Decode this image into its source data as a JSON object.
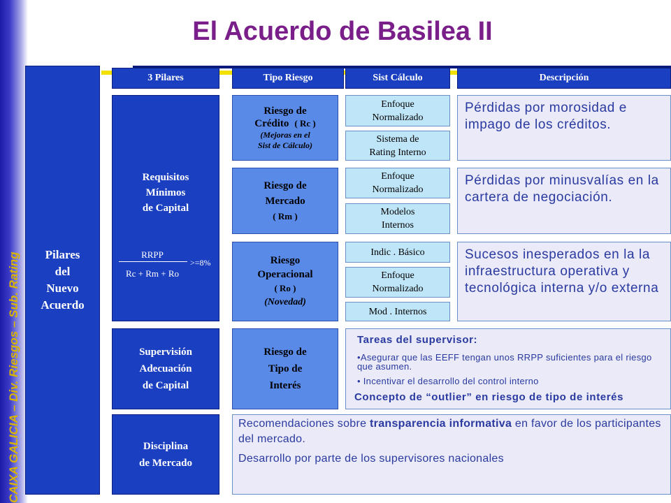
{
  "side_text": "CAIXA GALICIA – Div. Riesgos – Sub. Rating",
  "title": "El Acuerdo de Basilea II",
  "left_panel": {
    "line1": "Pilares",
    "line2": "del",
    "line3": "Nuevo",
    "line4": "Acuerdo"
  },
  "headers": {
    "pilares": "3 Pilares",
    "tipo": "Tipo Riesgo",
    "sist": "Sist Cálculo",
    "desc": "Descripción"
  },
  "pillar1": {
    "line1": "Requisitos",
    "line2": "Mínimos",
    "line3": "de Capital",
    "formula_num": "RRPP",
    "formula_den": "Rc + Rm + Ro",
    "formula_ratio": ">=8%"
  },
  "pillar2": {
    "line1": "Supervisión",
    "line2": "Adecuación",
    "line3": "de Capital"
  },
  "pillar3": {
    "line1": "Disciplina",
    "line2": "de Mercado"
  },
  "risks": {
    "credito": {
      "line1": "Riesgo de",
      "line2": "Crédito",
      "code": "( Rc )",
      "note1": "(Mejoras en el",
      "note2": "Sist    de Cálculo)"
    },
    "mercado": {
      "line1": "Riesgo de",
      "line2": "Mercado",
      "code": "( Rm )"
    },
    "operacional": {
      "line1": "Riesgo",
      "line2": "Operacional",
      "code": "( Ro )",
      "note": "(Novedad)"
    },
    "interes": {
      "line1": "Riesgo de",
      "line2": "Tipo de",
      "line3": "Interés"
    }
  },
  "methods": {
    "c1a": "Enfoque",
    "c1b": "Normalizado",
    "c2a": "Sistema de",
    "c2b": "Rating Interno",
    "m1a": "Enfoque",
    "m1b": "Normalizado",
    "m2a": "Modelos",
    "m2b": "Internos",
    "o1": "Indic . Básico",
    "o2a": "Enfoque",
    "o2b": "Normalizado",
    "o3": "Mod . Internos"
  },
  "descriptions": {
    "credito": "Pérdidas por morosidad e impago de los créditos.",
    "mercado": "Pérdidas por minusvalías en la cartera de negociación.",
    "operacional": "Sucesos inesperados en la la infraestructura operativa y tecnológica interna y/o externa"
  },
  "supervision": {
    "title": "Tareas del supervisor:",
    "item1": "•Asegurar que las EEFF tengan unos RRPP suficientes para el riesgo que asumen.",
    "item2": "• Incentivar el desarrollo del control interno",
    "concept": "Concepto de “outlier” en riesgo de tipo de interés"
  },
  "disciplina": {
    "text1_pre": "Recomendaciones sobre ",
    "text1_bold": "transparencia informativa",
    "text1_post": " en favor de los participantes del mercado.",
    "text2": "Desarrollo por parte de los supervisores nacionales"
  },
  "colors": {
    "title": "#7a1f8a",
    "dark_blue": "#1a3fc0",
    "mid_blue": "#5a8ae8",
    "light_blue": "#bfe6f8",
    "text_blue": "#2a3aa0",
    "side_text": "#d9b400"
  }
}
